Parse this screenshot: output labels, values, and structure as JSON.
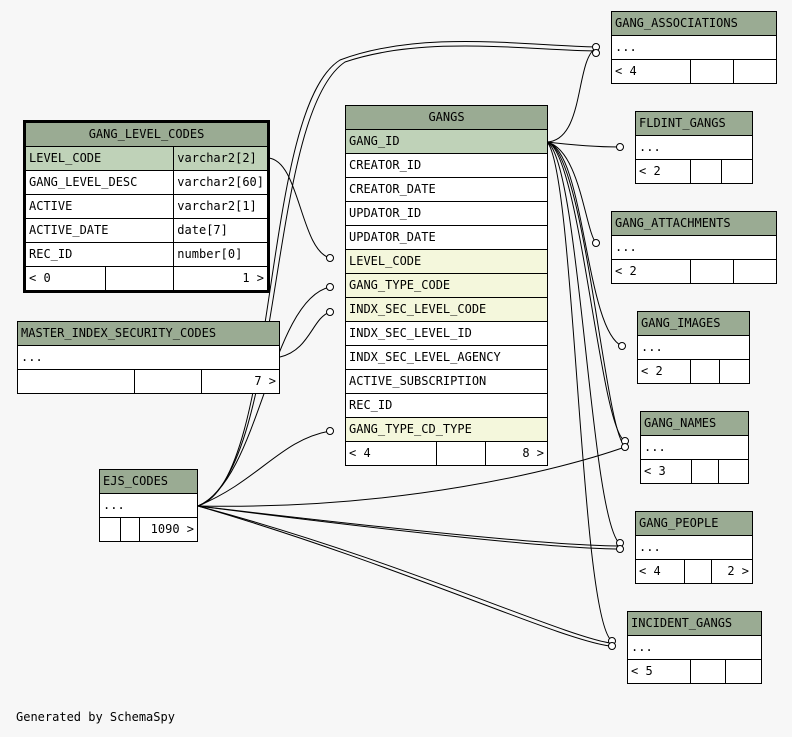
{
  "footer": "Generated by SchemaSpy",
  "colors": {
    "header": "#9aab93",
    "primary_key": "#bfd2b8",
    "foreign_key": "#f4f7dc",
    "background": "#f7f7f7"
  },
  "gang_level_codes": {
    "title": "GANG_LEVEL_CODES",
    "rows": [
      {
        "name": "LEVEL_CODE",
        "type": "varchar2[2]"
      },
      {
        "name": "GANG_LEVEL_DESC",
        "type": "varchar2[60]"
      },
      {
        "name": "ACTIVE",
        "type": "varchar2[1]"
      },
      {
        "name": "ACTIVE_DATE",
        "type": "date[7]"
      },
      {
        "name": "REC_ID",
        "type": "number[0]"
      }
    ],
    "footer_left": "< 0",
    "footer_right": "1 >"
  },
  "master_index": {
    "title": "MASTER_INDEX_SECURITY_CODES",
    "ellipsis": "...",
    "footer_right": "7 >"
  },
  "ejs_codes": {
    "title": "EJS_CODES",
    "ellipsis": "...",
    "footer_right": "1090 >"
  },
  "gangs": {
    "title": "GANGS",
    "rows": [
      "GANG_ID",
      "CREATOR_ID",
      "CREATOR_DATE",
      "UPDATOR_ID",
      "UPDATOR_DATE",
      "LEVEL_CODE",
      "GANG_TYPE_CODE",
      "INDX_SEC_LEVEL_CODE",
      "INDX_SEC_LEVEL_ID",
      "INDX_SEC_LEVEL_AGENCY",
      "ACTIVE_SUBSCRIPTION",
      "REC_ID",
      "GANG_TYPE_CD_TYPE"
    ],
    "footer_left": "< 4",
    "footer_right": "8 >"
  },
  "gang_associations": {
    "title": "GANG_ASSOCIATIONS",
    "ellipsis": "...",
    "footer_left": "< 4"
  },
  "fldint_gangs": {
    "title": "FLDINT_GANGS",
    "ellipsis": "...",
    "footer_left": "< 2"
  },
  "gang_attachments": {
    "title": "GANG_ATTACHMENTS",
    "ellipsis": "...",
    "footer_left": "< 2"
  },
  "gang_images": {
    "title": "GANG_IMAGES",
    "ellipsis": "...",
    "footer_left": "< 2"
  },
  "gang_names": {
    "title": "GANG_NAMES",
    "ellipsis": "...",
    "footer_left": "< 3"
  },
  "gang_people": {
    "title": "GANG_PEOPLE",
    "ellipsis": "...",
    "footer_left": "< 4",
    "footer_right": "2 >"
  },
  "incident_gangs": {
    "title": "INCIDENT_GANGS",
    "ellipsis": "...",
    "footer_left": "< 5"
  }
}
